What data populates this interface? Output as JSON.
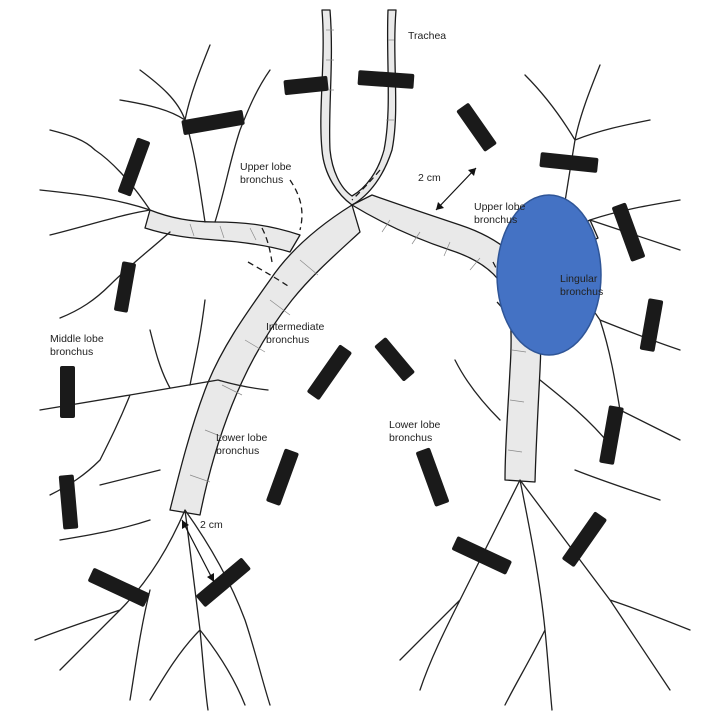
{
  "labels": {
    "trachea": "Trachea",
    "upper_lobe_right_line1": "Upper lobe",
    "upper_lobe_right_line2": "bronchus",
    "upper_lobe_left_line1": "Upper lobe",
    "upper_lobe_left_line2": "bronchus",
    "lingular_line1": "Lingular",
    "lingular_line2": "bronchus",
    "middle_lobe_line1": "Middle lobe",
    "middle_lobe_line2": "bronchus",
    "intermediate_line1": "Intermediate",
    "intermediate_line2": "bronchus",
    "lower_lobe_right_line1": "Lower lobe",
    "lower_lobe_right_line2": "bronchus",
    "lower_lobe_left_line1": "Lower lobe",
    "lower_lobe_left_line2": "bronchus",
    "distance_upper": "2 cm",
    "distance_lower": "2 cm"
  },
  "colors": {
    "lesion": "#4472c4",
    "lesion_outline": "#2f5597",
    "dashed_margin": "#1a1a1a",
    "airway_fill": "#e9e9e9"
  },
  "icons": {
    "lesion": "blue-oval-tumor-marker"
  }
}
